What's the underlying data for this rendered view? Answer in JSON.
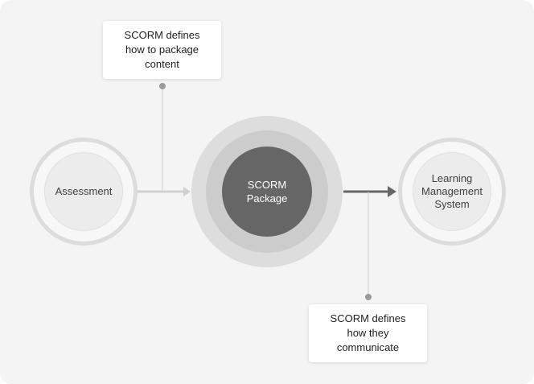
{
  "nodes": {
    "assessment": "Assessment",
    "scorm_package": "SCORM\nPackage",
    "lms": "Learning\nManagement\nSystem"
  },
  "callouts": {
    "packaging": "SCORM defines\nhow to package\ncontent",
    "communication": "SCORM defines\nhow they\ncommunicate"
  },
  "colors": {
    "background": "#f4f4f4",
    "light_arrow": "#d0d0d0",
    "dark_arrow": "#666666",
    "connector": "#cccccc",
    "connector_dot": "#9a9a9a",
    "core_center": "#666666"
  }
}
